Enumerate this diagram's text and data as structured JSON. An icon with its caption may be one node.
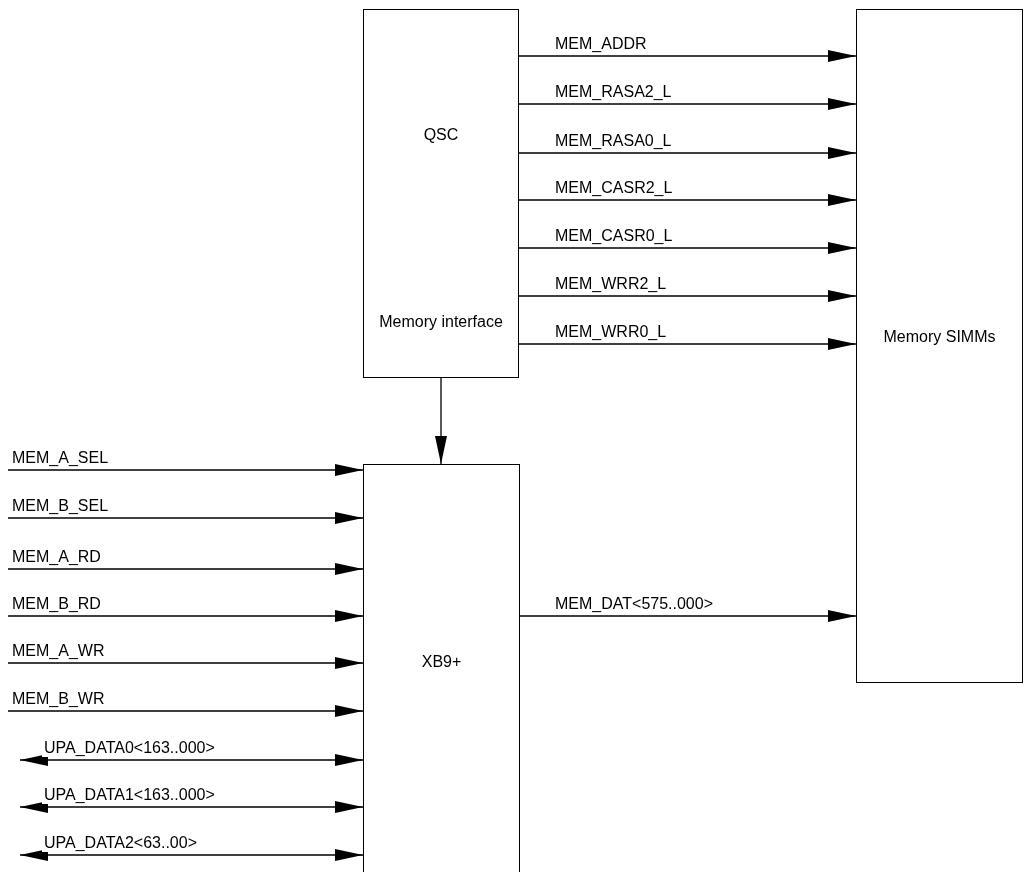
{
  "diagram": {
    "nodes": [
      {
        "text": [
          "QSC",
          "Memory interface"
        ]
      },
      {
        "text": [
          "Memory SIMMs"
        ]
      },
      {
        "text": [
          "XB9+"
        ]
      }
    ],
    "edges": [
      {
        "from": 0,
        "to": 1,
        "arrow": "to",
        "label": "MEM_ADDR"
      },
      {
        "from": 0,
        "to": 1,
        "arrow": "to",
        "label": "MEM_RASA2_L"
      },
      {
        "from": 0,
        "to": 1,
        "arrow": "to",
        "label": "MEM_RASA0_L"
      },
      {
        "from": 0,
        "to": 1,
        "arrow": "to",
        "label": "MEM_CASR2_L"
      },
      {
        "from": 0,
        "to": 1,
        "arrow": "to",
        "label": "MEM_CASR0_L"
      },
      {
        "from": 0,
        "to": 1,
        "arrow": "to",
        "label": "MEM_WRR2_L"
      },
      {
        "from": 0,
        "to": 1,
        "arrow": "to",
        "label": "MEM_WRR0_L"
      },
      {
        "from": 0,
        "to": 2,
        "arrow": "to"
      },
      {
        "from": 2,
        "to": 1,
        "arrow": "to",
        "label": "MEM_DAT<575..000>"
      },
      {
        "from": null,
        "to": 2,
        "arrow": "to",
        "label": "MEM_A_SEL"
      },
      {
        "from": null,
        "to": 2,
        "arrow": "to",
        "label": "MEM_B_SEL"
      },
      {
        "from": null,
        "to": 2,
        "arrow": "to",
        "label": "MEM_A_RD"
      },
      {
        "from": null,
        "to": 2,
        "arrow": "to",
        "label": "MEM_B_RD"
      },
      {
        "from": null,
        "to": 2,
        "arrow": "to",
        "label": "MEM_A_WR"
      },
      {
        "from": null,
        "to": 2,
        "arrow": "to",
        "label": "MEM_B_WR"
      },
      {
        "from": null,
        "to": 2,
        "arrow": "both",
        "label": "UPA_DATA0<163..000>"
      },
      {
        "from": null,
        "to": 2,
        "arrow": "both",
        "label": "UPA_DATA1<163..000>"
      },
      {
        "from": null,
        "to": 2,
        "arrow": "both",
        "label": "UPA_DATA2<63..00>"
      }
    ]
  }
}
